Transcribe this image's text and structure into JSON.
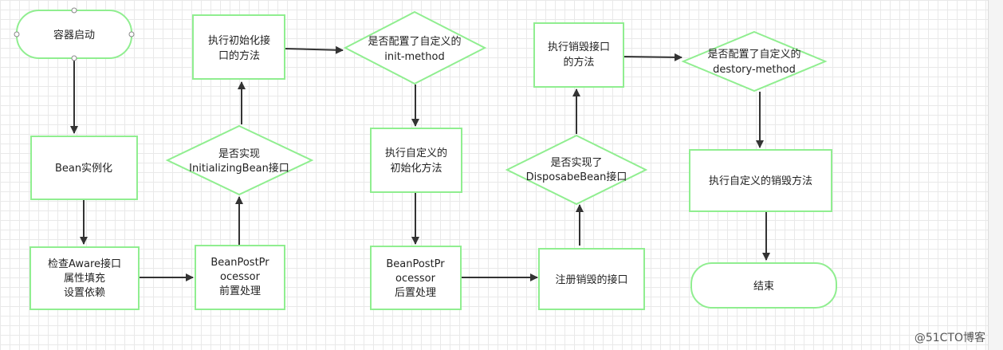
{
  "nodes": {
    "start": {
      "label": "容器启动"
    },
    "bean_instantiate": {
      "label": "Bean实例化"
    },
    "check_aware": {
      "lines": [
        "检查Aware接口",
        "属性填充",
        "设置依赖"
      ]
    },
    "post_processor_before": {
      "lines": [
        "BeanPostPr",
        "ocessor",
        "前置处理"
      ]
    },
    "is_initializing_bean": {
      "lines": [
        "是否实现",
        "InitializingBean接口"
      ]
    },
    "init_interface_method": {
      "lines": [
        "执行初始化接",
        "口的方法"
      ]
    },
    "has_init_method": {
      "lines": [
        "是否配置了自定义的",
        "init-method"
      ]
    },
    "custom_init": {
      "lines": [
        "执行自定义的",
        "初始化方法"
      ]
    },
    "post_processor_after": {
      "lines": [
        "BeanPostPr",
        "ocessor",
        "后置处理"
      ]
    },
    "register_destroy": {
      "label": "注册销毁的接口"
    },
    "is_disposable_bean": {
      "lines": [
        "是否实现了",
        "DisposabeBean接口"
      ]
    },
    "destroy_interface_method": {
      "lines": [
        "执行销毁接口",
        "的方法"
      ]
    },
    "has_destroy_method": {
      "lines": [
        "是否配置了自定义的",
        "destory-method"
      ]
    },
    "custom_destroy": {
      "label": "执行自定义的销毁方法"
    },
    "end": {
      "label": "结束"
    }
  },
  "watermark": "@51CTO博客",
  "colors": {
    "node_stroke": "#90ee90",
    "edge": "#333333",
    "handle": "#888888"
  }
}
